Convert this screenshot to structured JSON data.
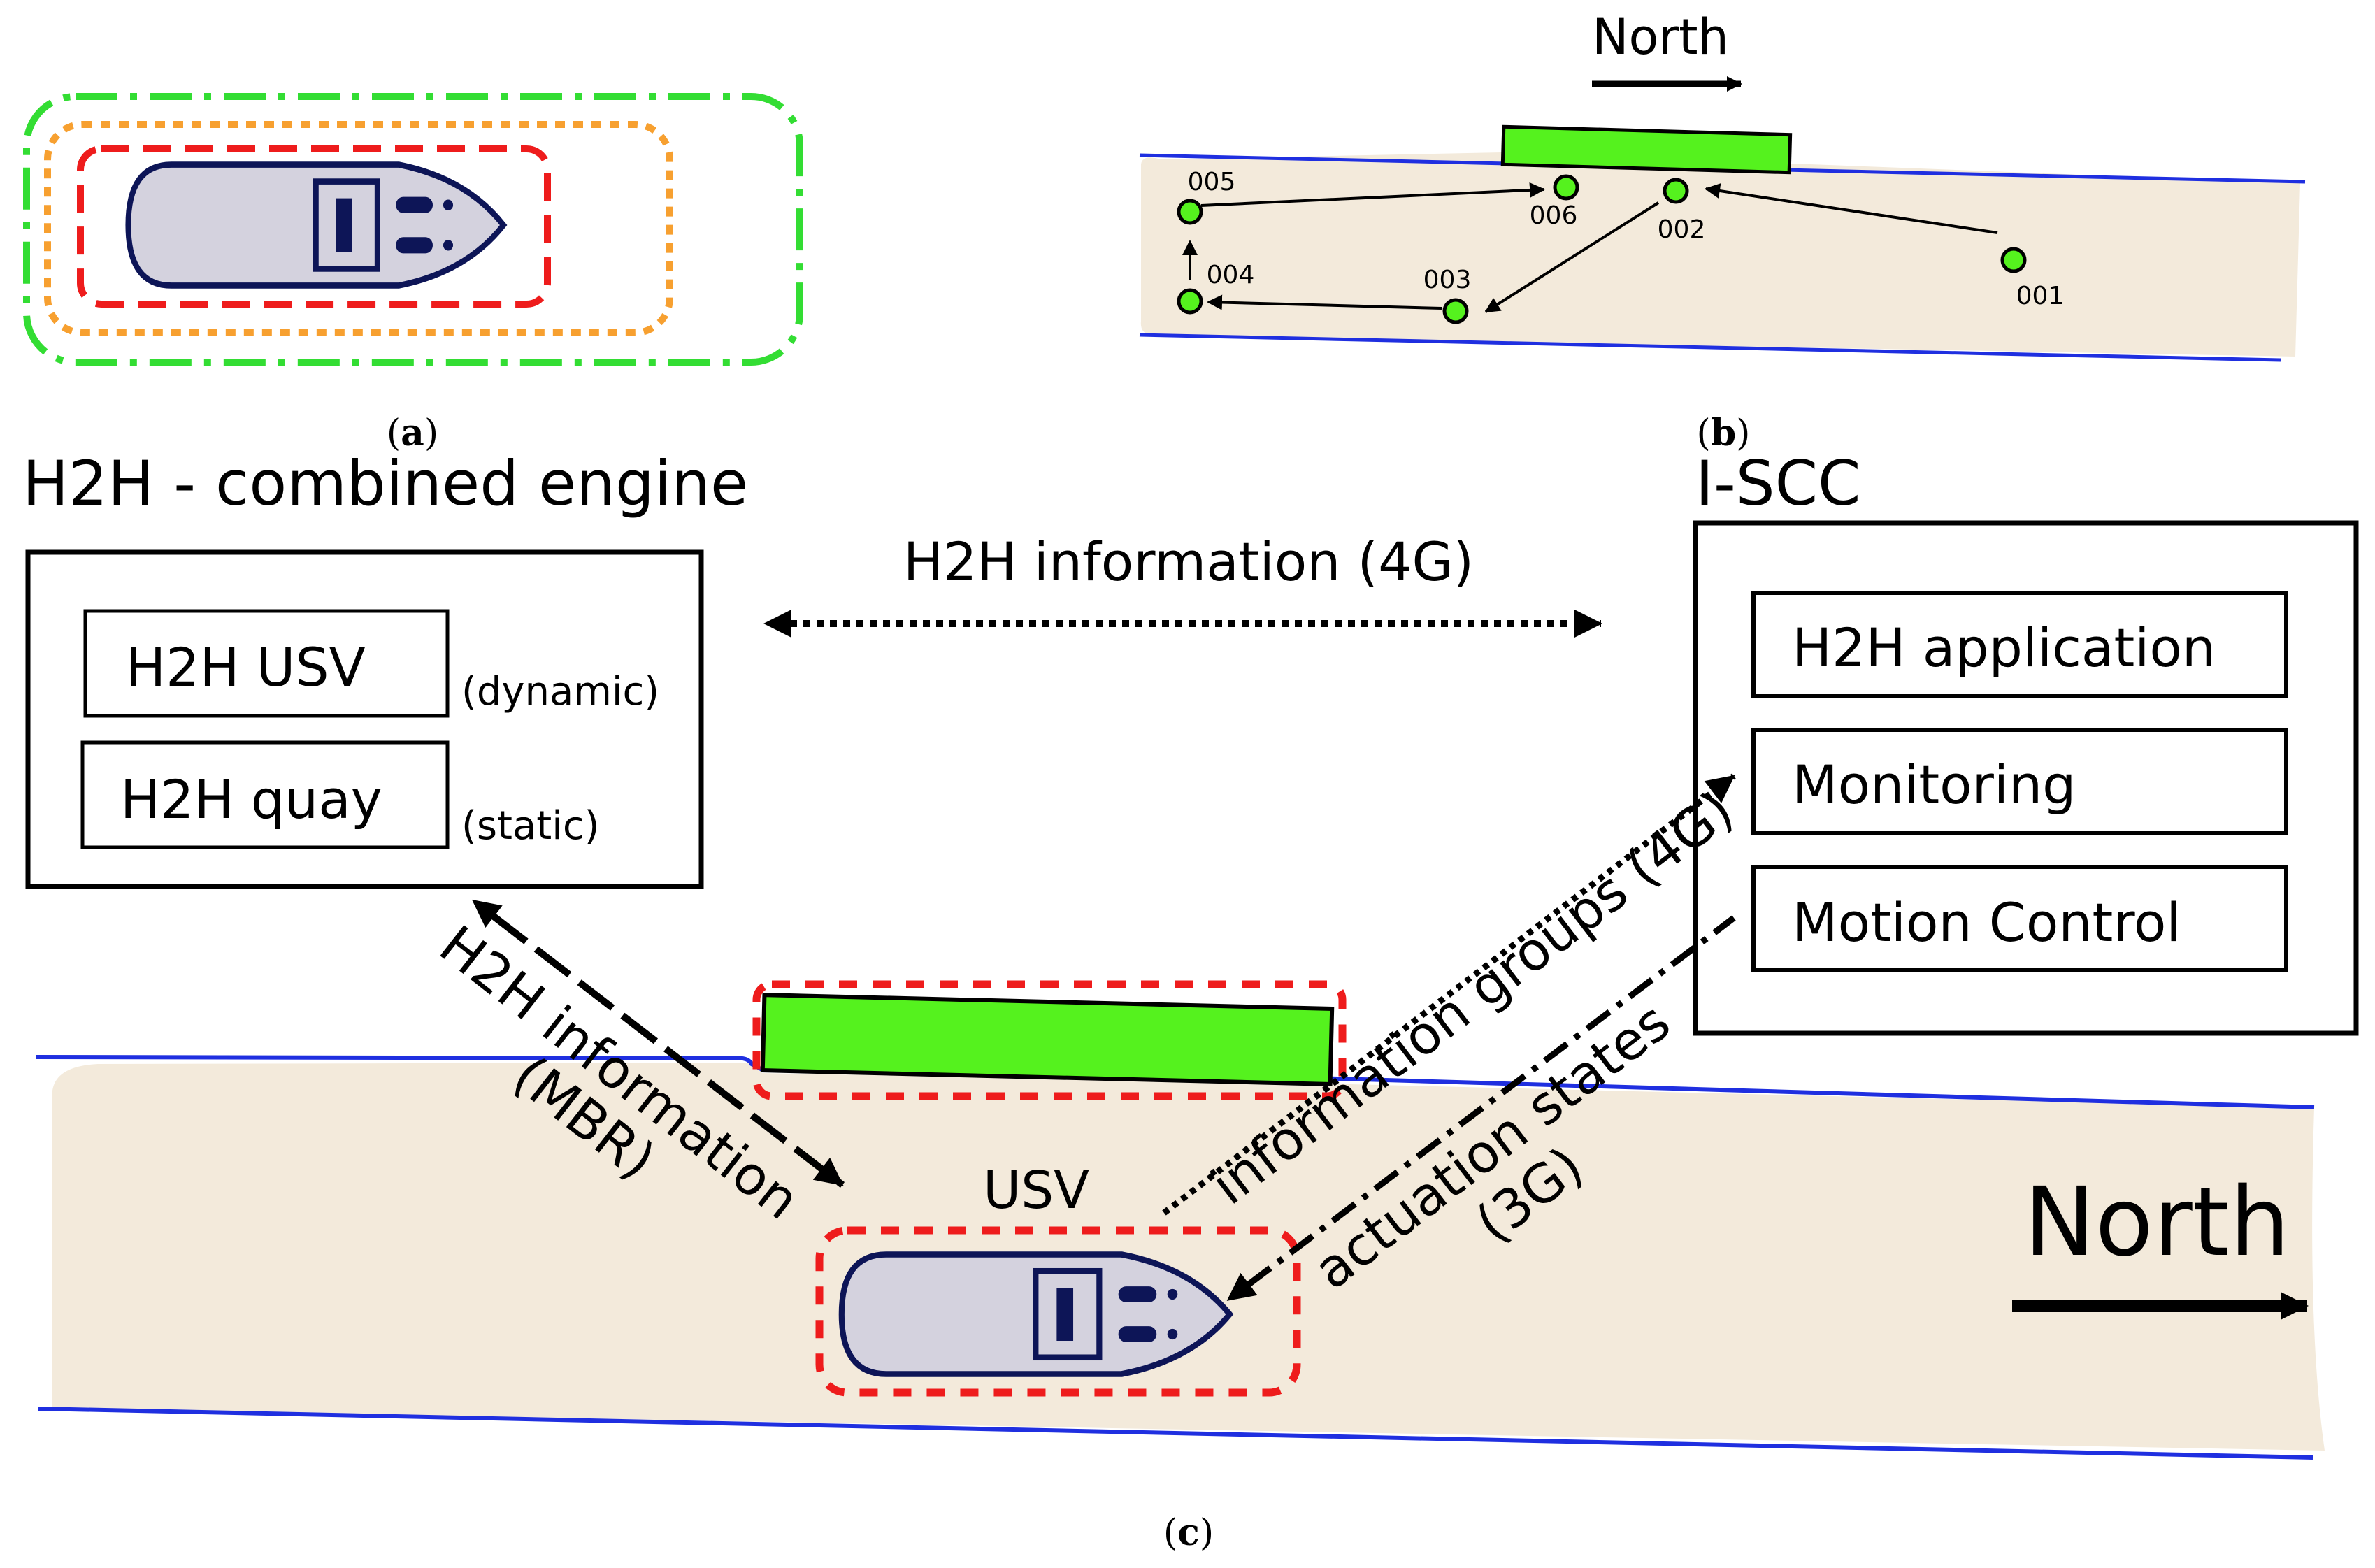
{
  "panel_a": {
    "caption_open": "(",
    "caption_letter": "a",
    "caption_close": ")"
  },
  "panel_b": {
    "caption_open": "(",
    "caption_letter": "b",
    "caption_close": ")",
    "north_label": "North",
    "waypoints": [
      "001",
      "002",
      "003",
      "004",
      "005",
      "006"
    ]
  },
  "panel_c": {
    "caption_open": "(",
    "caption_letter": "c",
    "caption_close": ")",
    "engine_title": "H2H - combined engine",
    "engine_usv": "H2H USV",
    "engine_usv_note": "(dynamic)",
    "engine_quay": "H2H quay",
    "engine_quay_note": "(static)",
    "iscc_title": "I-SCC",
    "iscc_app": "H2H application",
    "iscc_monitoring": "Monitoring",
    "iscc_motion": "Motion Control",
    "link_4g": "H2H information (4G)",
    "link_mbr_1": "H2H information",
    "link_mbr_2": "(MBR)",
    "link_groups": "information groups (4G)",
    "link_actuation_1": "actuation states",
    "link_actuation_2": "(3G)",
    "usv_label": "USV",
    "north_label": "North"
  },
  "colors": {
    "water": "#f3eadb",
    "shoreline": "#1f2fe0",
    "quay": "#55f21e",
    "hull": "#d4d2de",
    "hull_stroke": "#0d1557",
    "zone_red": "#ee1c1c",
    "zone_orange": "#f7a030",
    "zone_green": "#33dd33"
  }
}
